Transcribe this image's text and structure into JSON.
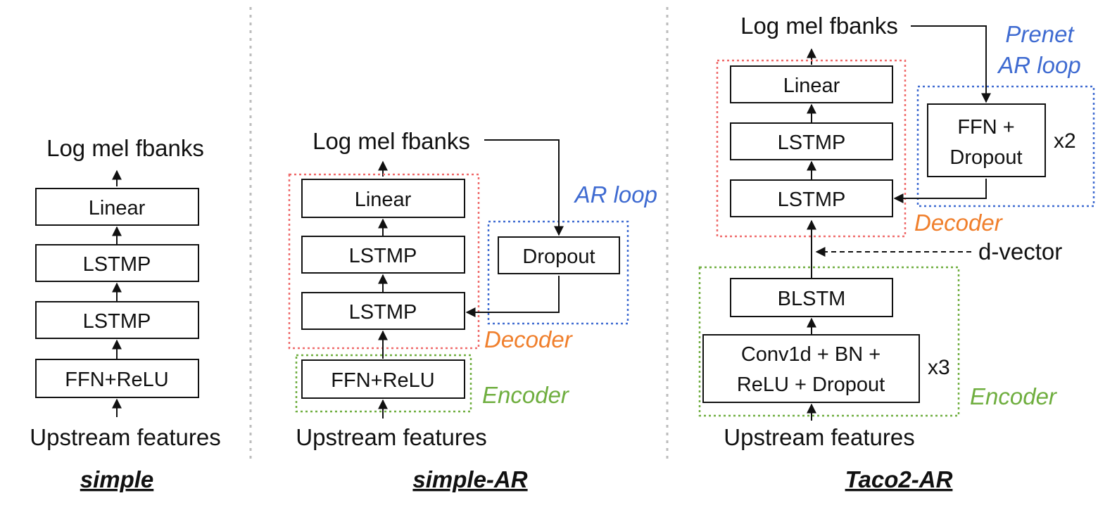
{
  "colors": {
    "decoder": "#f07f2c",
    "encoder": "#6fae3f",
    "ar_loop": "#3f6bd1",
    "decoder_box": "#ef6a6a"
  },
  "simple": {
    "title": "simple",
    "output": "Log mel fbanks",
    "blocks": [
      "Linear",
      "LSTMP",
      "LSTMP",
      "FFN+ReLU"
    ],
    "input": "Upstream features"
  },
  "simple_ar": {
    "title": "simple-AR",
    "output": "Log mel fbanks",
    "blocks": [
      "Linear",
      "LSTMP",
      "LSTMP",
      "FFN+ReLU"
    ],
    "dropout": "Dropout",
    "ar_loop": "AR loop",
    "decoder": "Decoder",
    "encoder": "Encoder",
    "input": "Upstream features"
  },
  "taco2_ar": {
    "title": "Taco2-AR",
    "output": "Log mel fbanks",
    "blocks": [
      "Linear",
      "LSTMP",
      "LSTMP",
      "BLSTM"
    ],
    "conv_line1": "Conv1d + BN +",
    "conv_line2": "ReLU + Dropout",
    "conv_repeat": "x3",
    "prenet_line1": "FFN +",
    "prenet_line2": "Dropout",
    "prenet_repeat": "x2",
    "prenet_label1": "Prenet",
    "prenet_label2": "AR loop",
    "decoder": "Decoder",
    "encoder": "Encoder",
    "dvector": "d-vector",
    "input": "Upstream features"
  }
}
